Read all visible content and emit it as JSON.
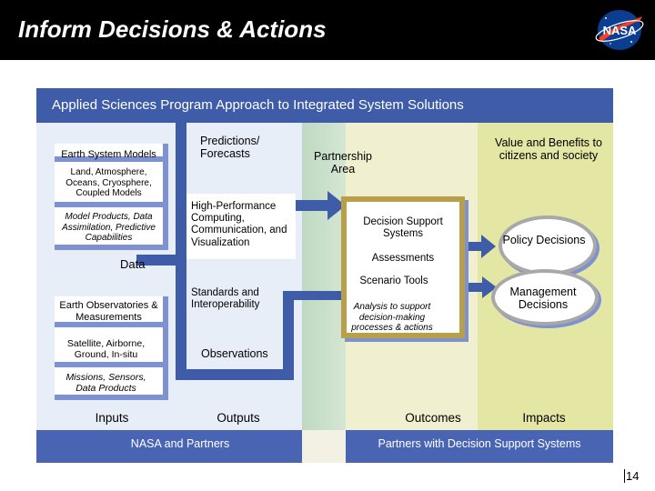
{
  "title": "Inform Decisions & Actions",
  "logo": {
    "text": "NASA",
    "icon": "nasa-meatball-logo"
  },
  "diagram": {
    "header": "Applied Sciences Program Approach to Integrated System Solutions",
    "earth_system_models": {
      "title": "Earth System Models",
      "subtitle": "Land, Atmosphere, Oceans, Cryosphere, Coupled Models",
      "products": "Model Products, Data Assimilation, Predictive Capabilities"
    },
    "data_label": "Data",
    "earth_observatories": {
      "title": "Earth Observatories & Measurements",
      "subtitle": "Satellite, Airborne, Ground, In-situ",
      "products": "Missions, Sensors, Data Products"
    },
    "predictions": "Predictions/ Forecasts",
    "hpc": "High-Performance Computing, Communication, and Visualization",
    "standards": "Standards and Interoperability",
    "observations": "Observations",
    "partnership_area": "Partnership Area",
    "dss": {
      "title": "Decision Support Systems",
      "assessments": "Assessments",
      "scenario_tools": "Scenario Tools",
      "analysis": "Analysis to support decision-making processes & actions"
    },
    "value": "Value and Benefits to citizens and society",
    "policy_decisions": "Policy Decisions",
    "management_decisions": "Management Decisions",
    "columns": {
      "inputs": "Inputs",
      "outputs": "Outputs",
      "outcomes": "Outcomes",
      "impacts": "Impacts"
    },
    "footer_left": "NASA and Partners",
    "footer_right": "Partners with Decision Support Systems"
  },
  "page_number": "14",
  "colors": {
    "band_blue": "#3f5ca8",
    "card_shadow": "#7e91d1",
    "dss_border": "#b8a04a"
  }
}
